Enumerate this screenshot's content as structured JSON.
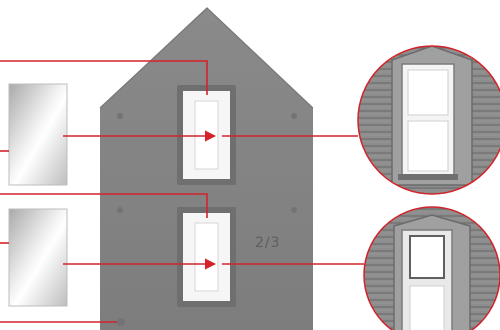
{
  "panel": {
    "part_number": "2/3"
  },
  "colors": {
    "callout_red": "#d2232a",
    "wall_gray": "#858585",
    "wall_dark": "#6f6f6f",
    "window_opening": "#ffffff",
    "glazing": "#d9d9d9",
    "detail_bg": "#9a9a9a"
  },
  "callouts": [
    {
      "id": "upper-window-frame-leader",
      "kind": "leader"
    },
    {
      "id": "upper-glazing-arrow",
      "kind": "arrow"
    },
    {
      "id": "upper-window-detail-leader",
      "kind": "leader"
    },
    {
      "id": "lower-window-frame-leader",
      "kind": "leader"
    },
    {
      "id": "lower-glazing-arrow",
      "kind": "arrow"
    },
    {
      "id": "lower-window-detail-leader",
      "kind": "leader"
    },
    {
      "id": "panel-edge-leader",
      "kind": "leader"
    }
  ]
}
